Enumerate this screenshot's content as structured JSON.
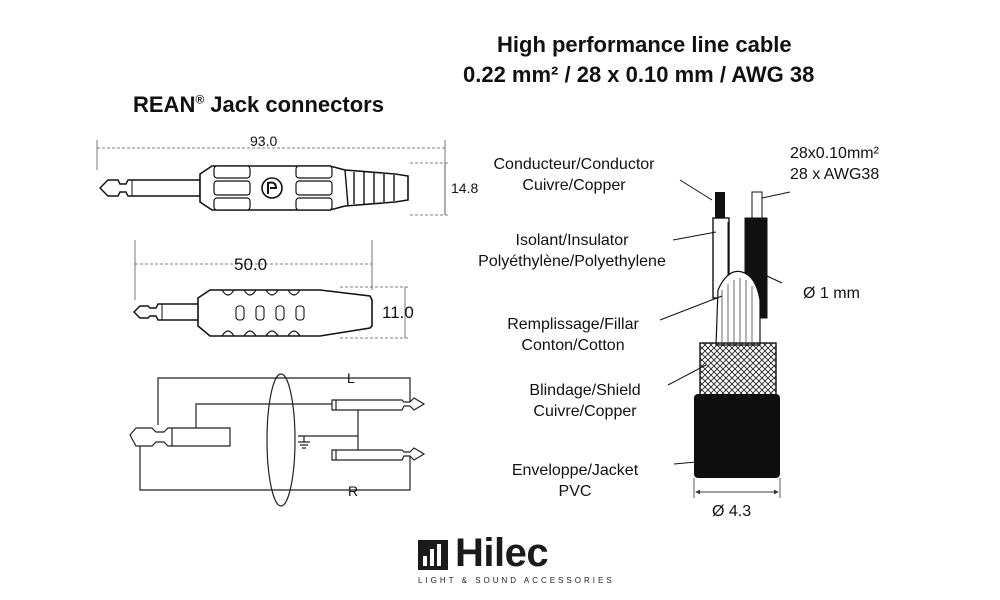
{
  "cable": {
    "title_line1": "High performance line cable",
    "title_line2": "0.22 mm² / 28 x 0.10 mm / AWG 38"
  },
  "connectors": {
    "title": "REAN",
    "title_suffix": " Jack connectors",
    "reg_mark": "®"
  },
  "dimensions": {
    "mono_length": "93.0",
    "mono_diameter": "14.8",
    "stereo_length": "50.0",
    "stereo_diameter": "11.0",
    "jacket_diameter": "Ø 4.3",
    "conductor_diameter": "Ø 1 mm"
  },
  "wiring": {
    "left": "L",
    "right": "R"
  },
  "layers": [
    {
      "line1": "Conducteur/Conductor",
      "line2": "Cuivre/Copper"
    },
    {
      "line1": "Isolant/Insulator",
      "line2": "Polyéthylène/Polyethylene"
    },
    {
      "line1": "Remplissage/Fillar",
      "line2": "Conton/Cotton"
    },
    {
      "line1": "Blindage/Shield",
      "line2": "Cuivre/Copper"
    },
    {
      "line1": "Enveloppe/Jacket",
      "line2": "PVC"
    }
  ],
  "conductor_spec": {
    "line1": "28x0.10mm²",
    "line2": "28 x AWG38"
  },
  "brand": {
    "name": "Hilec",
    "tagline": "LIGHT & SOUND ACCESSORIES"
  }
}
